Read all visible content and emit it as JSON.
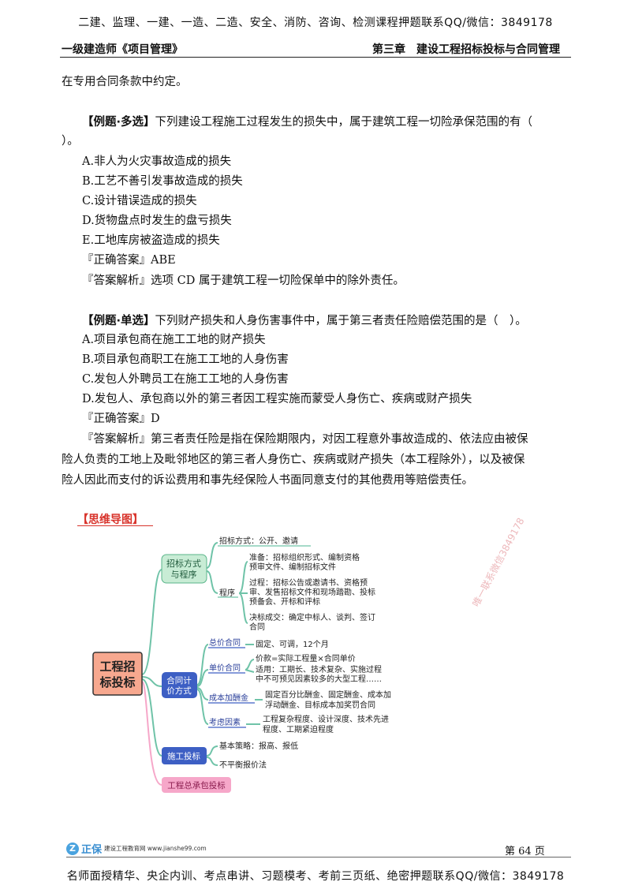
{
  "banner_top": "二建、监理、一建、一造、二造、安全、消防、咨询、检测课程押题联系QQ/微信：3849178",
  "header": {
    "left": "一级建造师《项目管理》",
    "right": "第三章　建设工程招标投标与合同管理"
  },
  "intro_line": "在专用合同条款中约定。",
  "q1": {
    "tag": "【例题·多选】",
    "stem_line1": "下列建设工程施工过程发生的损失中，属于建筑工程一切险承保范围的有（",
    "stem_line2": "）。",
    "options": [
      "A.非人为火灾事故造成的损失",
      "B.工艺不善引发事故造成的损失",
      "C.设计错误造成的损失",
      "D.货物盘点时发生的盘亏损失",
      "E.工地库房被盗造成的损失"
    ],
    "answer": "『正确答案』ABE",
    "analysis": "『答案解析』选项 CD 属于建筑工程一切险保单中的除外责任。"
  },
  "q2": {
    "tag": "【例题·单选】",
    "stem": "下列财产损失和人身伤害事件中，属于第三者责任险赔偿范围的是（　）。",
    "options": [
      "A.项目承包商在施工工地的财产损失",
      "B.项目承包商职工在施工工地的人身伤害",
      "C.发包人外聘员工在施工工地的人身伤害",
      "D.发包人、承包商以外的第三者因工程实施而蒙受人身伤亡、疾病或财产损失"
    ],
    "answer": "『正确答案』D",
    "analysis_line1": "『答案解析』第三者责任险是指在保险期限内，对因工程意外事故造成的、依法应由被保",
    "analysis_line2": "险人负责的工地上及毗邻地区的第三者人身伤亡、疾病或财产损失（本工程除外），以及被保",
    "analysis_line3": "险人因此而支付的诉讼费用和事先经保险人书面同意支付的其他费用等赔偿责任。"
  },
  "mindmap": {
    "title": "【思维导图】",
    "root": "工程招标投标",
    "root_line1": "工程招",
    "root_line2": "标投标",
    "branch1_line1": "招标方式",
    "branch1_line2": "与程序",
    "b1_method": "招标方式：公开、邀请",
    "b1_procedure": "程序",
    "b1_prep_line1": "准备：招标组织形式、编制资格",
    "b1_prep_line2": "预审文件、编制招标文件",
    "b1_proc_line1": "过程：招标公告或邀请书、资格预",
    "b1_proc_line2": "审、发售招标文件和现场踏勘、投标",
    "b1_proc_line3": "预备会、开标和评标",
    "b1_deal_line1": "决标成交：确定中标人、谈判、签订",
    "b1_deal_line2": "合同",
    "branch2_line1": "合同计",
    "branch2_line2": "价方式",
    "b2_total": "总价合同",
    "b2_total_desc": "固定、可调，12个月",
    "b2_unit": "单价合同",
    "b2_unit_desc1": "价款=实际工程量×合同单价",
    "b2_unit_desc2": "适用：工期长、技术复杂、实施过程",
    "b2_unit_desc3": "中不可预见因素较多的大型工程……",
    "b2_cost": "成本加酬金",
    "b2_cost_desc1": "固定百分比酬金、固定酬金、成本加",
    "b2_cost_desc2": "浮动酬金、目标成本加奖罚合同",
    "b2_factor": "考虑因素",
    "b2_factor_desc1": "工程复杂程度、设计深度、技术先进",
    "b2_factor_desc2": "程度、工期紧迫程度",
    "branch3": "施工投标",
    "b3_basic": "基本策略：报高、报低",
    "b3_unbalanced": "不平衡报价法",
    "branch4": "工程总承包投标",
    "watermark": "唯一联系微信3849178"
  },
  "footer": {
    "logo_mark": "Z",
    "logo_text": "正保",
    "logo_sub": "建设工程教育网 www.jianshe99.com",
    "page": "第 64 页",
    "bottom_banner": "名师面授精华、央企内训、考点串讲、习题模考、考前三页纸、绝密押题联系QQ/微信：3849178"
  },
  "colors": {
    "tree_line": "#6fc3a8",
    "root_bg": "#f7a88f",
    "branch_green_bg": "#c8ecd5",
    "branch_green_border": "#5ab58a",
    "branch_blue_bg": "#3d5fc4",
    "branch_pink_bg": "#f6a7c9",
    "title_red": "#d8342c"
  }
}
